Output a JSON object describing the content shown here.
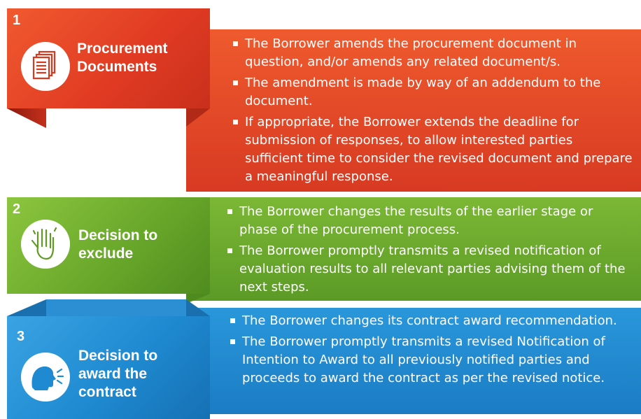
{
  "colors": {
    "red": "#e8452a",
    "green": "#6aa82b",
    "blue": "#1f8ad1"
  },
  "steps": [
    {
      "number": "1",
      "title_line1": "Procurement",
      "title_line2": "Documents",
      "icon": "documents-icon",
      "bullets": [
        "The Borrower amends the procurement document in question, and/or amends any related document/s.",
        "The amendment is made by way of an addendum to the document.",
        "If appropriate, the Borrower extends the deadline for submission of responses, to allow interested parties sufficient time to consider the revised document and prepare a meaningful response."
      ]
    },
    {
      "number": "2",
      "title_line1": "Decision to",
      "title_line2": "exclude",
      "icon": "hand-icon",
      "bullets": [
        "The Borrower changes the results of the earlier stage or phase of the procurement process.",
        "The Borrower promptly transmits a revised notification of evaluation results to all relevant parties advising them of the next steps."
      ]
    },
    {
      "number": "3",
      "title_line1": "Decision to",
      "title_line2": "award the",
      "title_line3": "contract",
      "icon": "speaking-head-icon",
      "bullets": [
        "The Borrower changes its contract award recommendation.",
        "The Borrower promptly transmits a revised Notification of Intention to Award to all previously notified parties and proceeds to award the contract as per the revised notice."
      ]
    }
  ]
}
